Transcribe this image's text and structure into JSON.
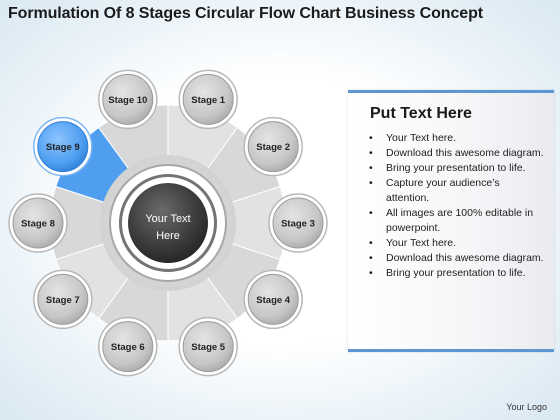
{
  "title": "Formulation Of 8 Stages Circular Flow Chart Business Concept",
  "diagram": {
    "center_label": [
      "Your Text",
      "Here"
    ],
    "highlighted_stage": "Stage 9",
    "stages": [
      "Stage 1",
      "Stage 2",
      "Stage 3",
      "Stage 4",
      "Stage 5",
      "Stage 6",
      "Stage 7",
      "Stage 8",
      "Stage 9",
      "Stage 10"
    ],
    "colors": {
      "highlight": "#4f9ef0",
      "node": "#c9c9c9",
      "hub": "#3e3e3e"
    }
  },
  "card": {
    "heading": "Put Text Here",
    "bullets": [
      "Your Text here.",
      "Download this awesome diagram.",
      "Bring your presentation to life.",
      "Capture your audience’s attention.",
      "All images are 100% editable in powerpoint.",
      "Your Text here.",
      "Download this awesome diagram.",
      "Bring your presentation to life."
    ]
  },
  "logo": "Your Logo"
}
